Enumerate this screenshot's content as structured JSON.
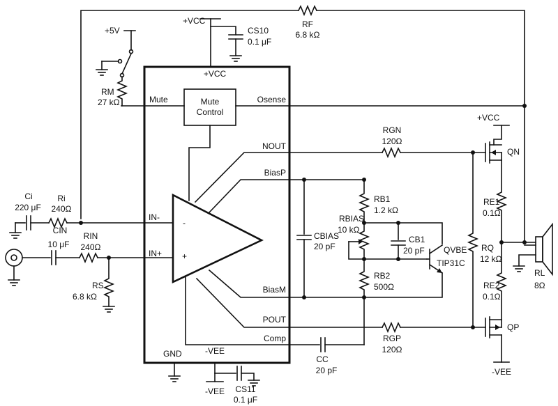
{
  "ic": {
    "vcc_pin": "+VCC",
    "vee_pin": "-VEE",
    "gnd_pin": "GND",
    "mute_pin": "Mute",
    "osense_pin": "Osense",
    "mute_block_line1": "Mute",
    "mute_block_line2": "Control",
    "nout_pin": "NOUT",
    "biasp_pin": "BiasP",
    "biasm_pin": "BiasM",
    "pout_pin": "POUT",
    "comp_pin": "Comp",
    "inm_pin": "IN-",
    "inp_pin": "IN+",
    "amp_minus": "-",
    "amp_plus": "+"
  },
  "supplies": {
    "vcc_top": "+VCC",
    "vcc_right": "+VCC",
    "vee_bottom": "-VEE",
    "vee_right": "-VEE",
    "plus5v": "+5V"
  },
  "components": {
    "rf": {
      "name": "RF",
      "value": "6.8 kΩ"
    },
    "cs10": {
      "name": "CS10",
      "value": "0.1 μF"
    },
    "cs11": {
      "name": "CS11",
      "value": "0.1 μF"
    },
    "rm": {
      "name": "RM",
      "value": "27 kΩ"
    },
    "ci": {
      "name": "Ci",
      "value": "220 μF"
    },
    "ri": {
      "name": "Ri",
      "value": "240Ω"
    },
    "cin": {
      "name": "CIN",
      "value": "10 μF"
    },
    "rin": {
      "name": "RIN",
      "value": "240Ω"
    },
    "rs": {
      "name": "RS",
      "value": "6.8 kΩ"
    },
    "rgn": {
      "name": "RGN",
      "value": "120Ω"
    },
    "rgp": {
      "name": "RGP",
      "value": "120Ω"
    },
    "cbias": {
      "name": "CBIAS",
      "value": "20 pF"
    },
    "rb1": {
      "name": "RB1",
      "value": "1.2 kΩ"
    },
    "rbias": {
      "name": "RBIAS",
      "value": "10 kΩ"
    },
    "rb2": {
      "name": "RB2",
      "value": "500Ω"
    },
    "cb1": {
      "name": "CB1",
      "value": "20 pF"
    },
    "qvbe": {
      "name": "QVBE",
      "value": "TIP31C"
    },
    "rq": {
      "name": "RQ",
      "value": "12 kΩ"
    },
    "cc": {
      "name": "CC",
      "value": "20 pF"
    },
    "qn": {
      "name": "QN"
    },
    "qp": {
      "name": "QP"
    },
    "re1": {
      "name": "RE1",
      "value": "0.1Ω"
    },
    "re2": {
      "name": "RE2",
      "value": "0.1Ω"
    },
    "rl": {
      "name": "RL",
      "value": "8Ω"
    }
  }
}
